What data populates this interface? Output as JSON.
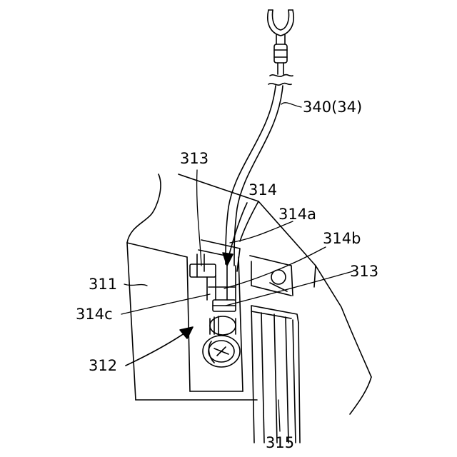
{
  "labels": {
    "cable": "340(34)",
    "bracket_left": "313",
    "bracket_right": "313",
    "clip": "314",
    "clip_a": "314a",
    "clip_b": "314b",
    "clip_c": "314c",
    "panel": "311",
    "mount": "312",
    "rail": "315"
  }
}
